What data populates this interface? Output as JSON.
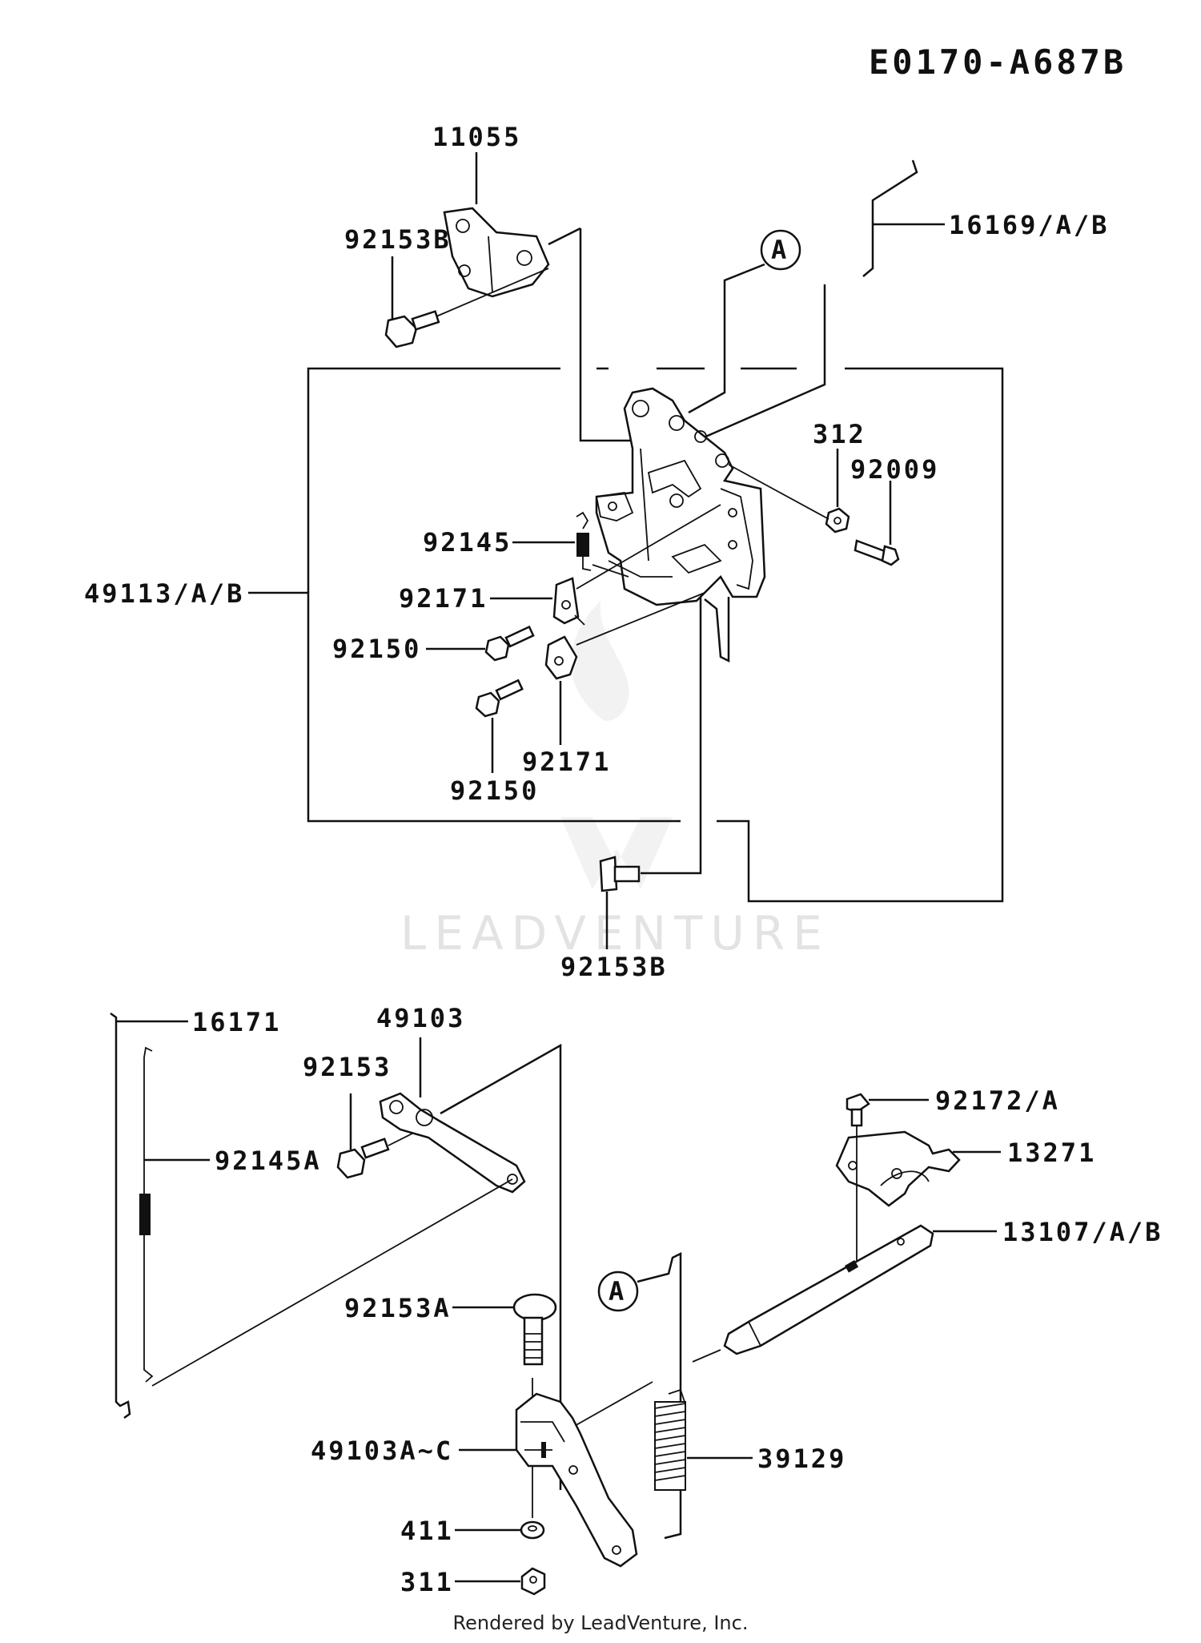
{
  "diagram_code": "E0170-A687B",
  "watermark": "LEADVENTURE",
  "credit": "Rendered by LeadVenture, Inc.",
  "callouts": {
    "circle_a_top": "A",
    "circle_a_bottom": "A"
  },
  "labels": {
    "p11055": "11055",
    "p92153b_top": "92153B",
    "p16169": "16169/A/B",
    "p312": "312",
    "p92009": "92009",
    "p49113": "49113/A/B",
    "p92145": "92145",
    "p92171_a": "92171",
    "p92150_a": "92150",
    "p92150_b": "92150",
    "p92171_b": "92171",
    "p92153b_bottom": "92153B",
    "p16171": "16171",
    "p49103": "49103",
    "p92153": "92153",
    "p92145a": "92145A",
    "p92172": "92172/A",
    "p13271": "13271",
    "p13107": "13107/A/B",
    "p92153a": "92153A",
    "p49103ac": "49103A~C",
    "p39129": "39129",
    "p411": "411",
    "p311": "311"
  }
}
